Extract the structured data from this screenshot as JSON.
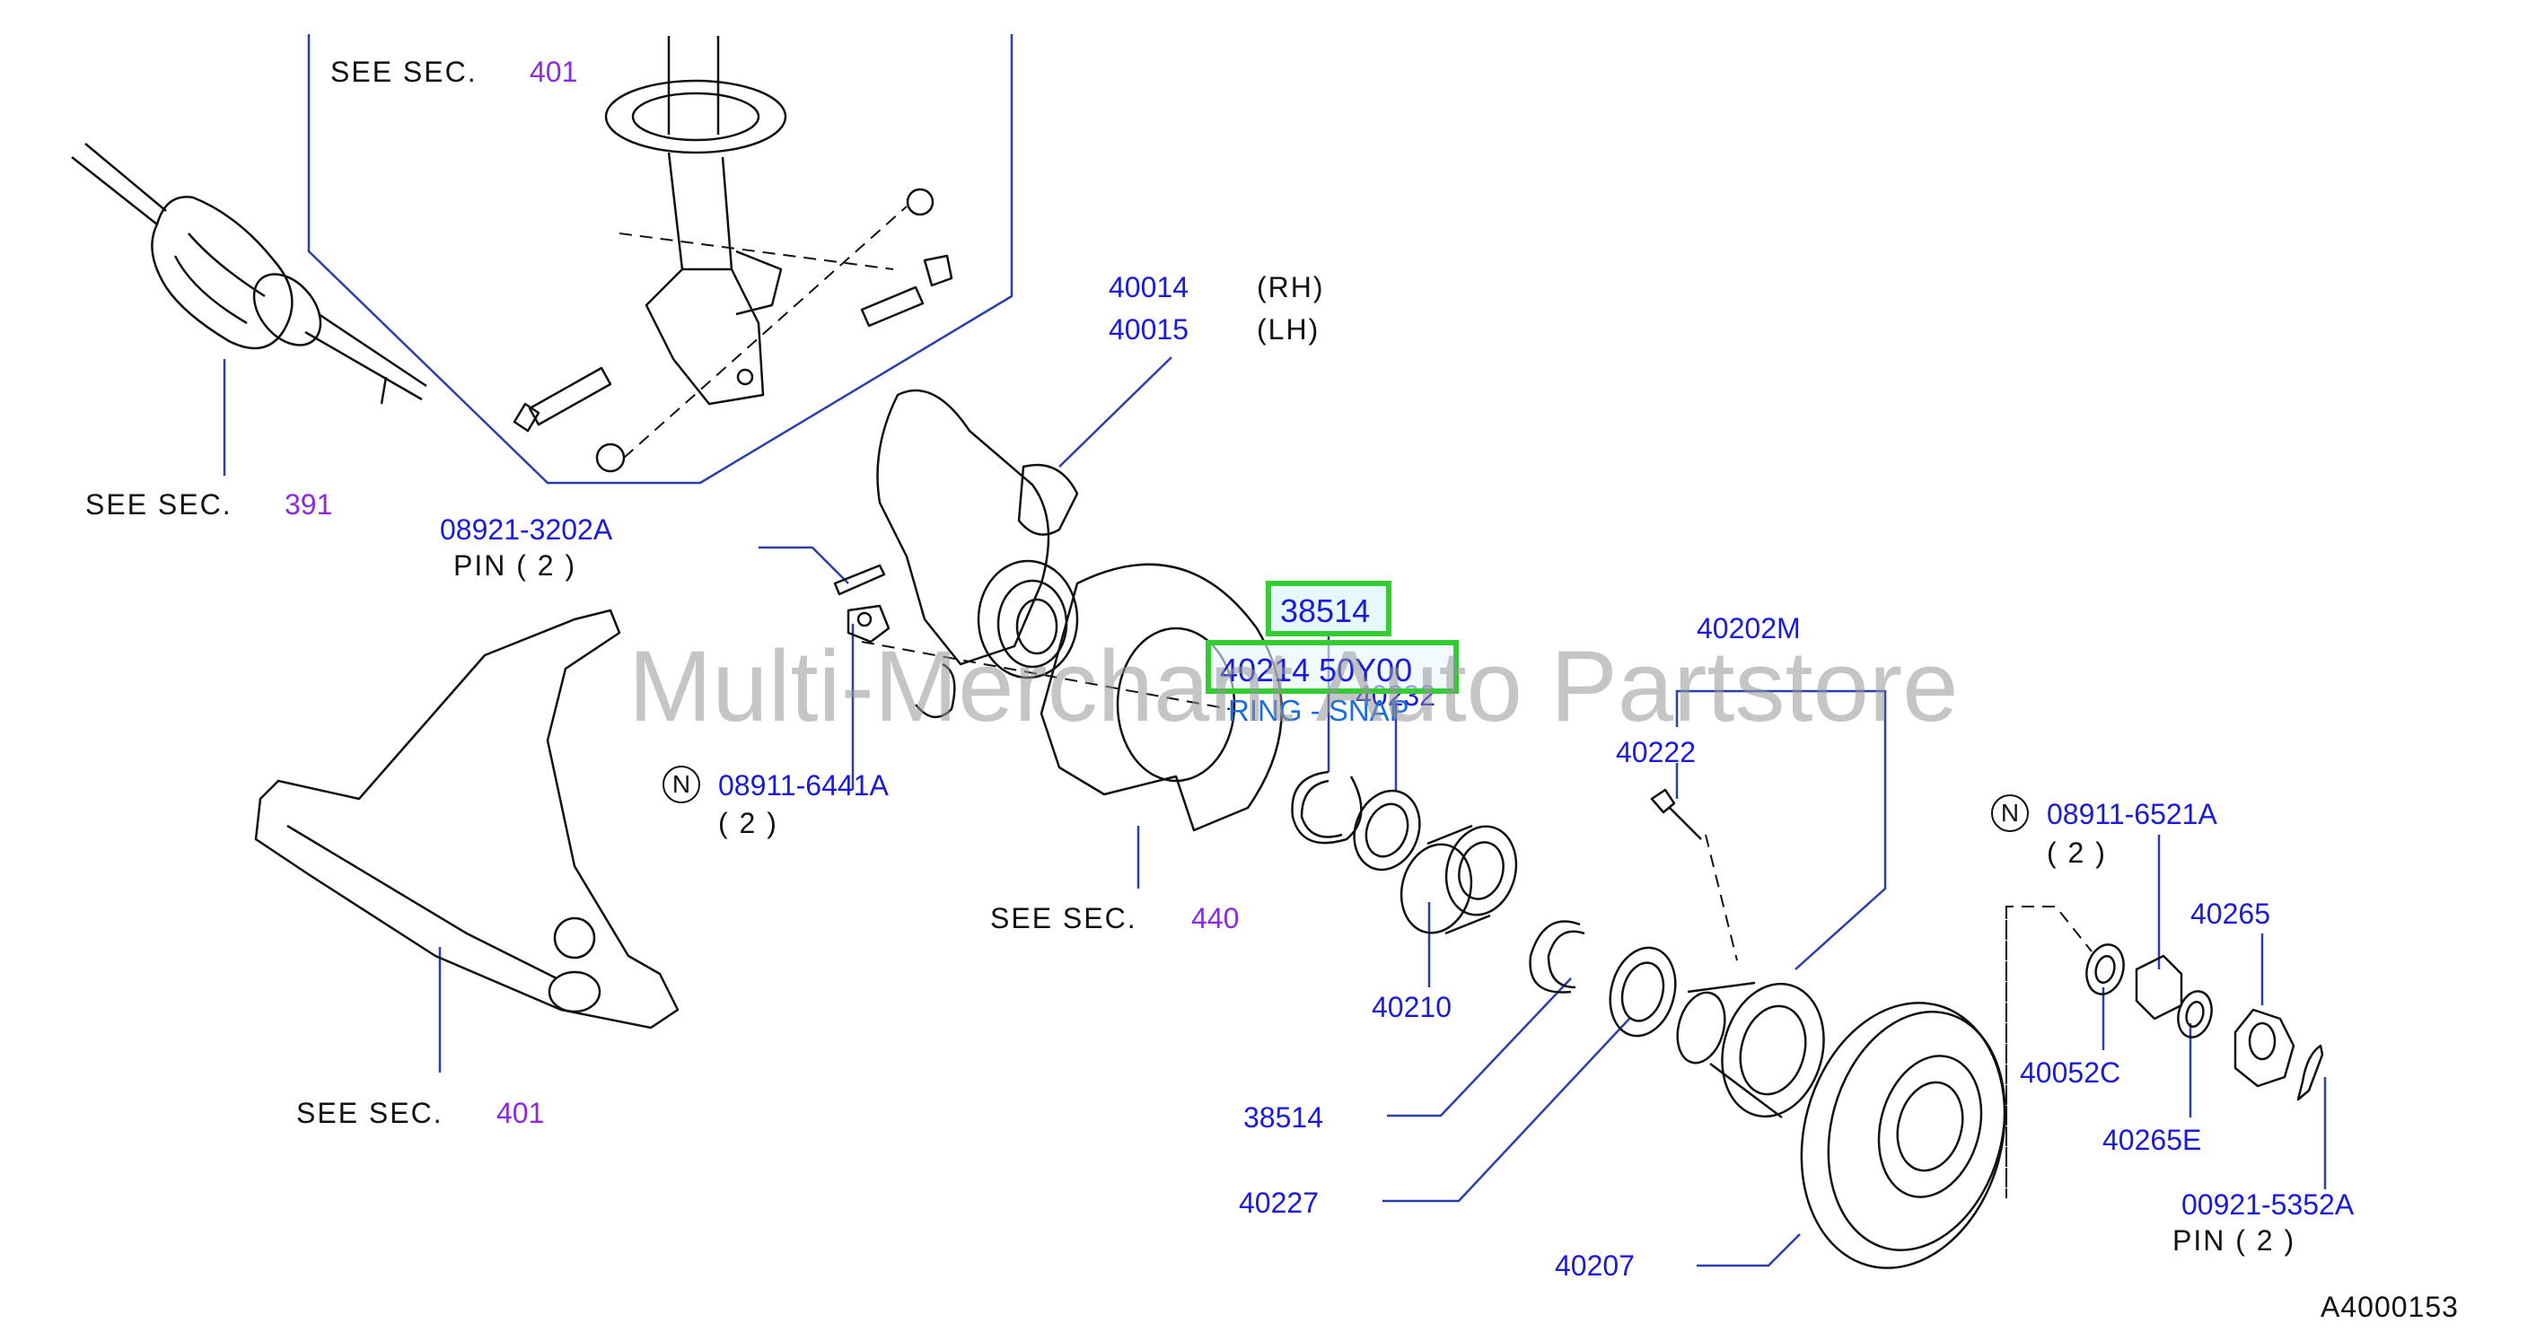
{
  "labels": {
    "see_sec_top": "SEE   SEC.",
    "see_sec_top_num": "401",
    "see_sec_left": "SEE   SEC.",
    "see_sec_left_num": "391",
    "see_sec_mid": "SEE   SEC.",
    "see_sec_mid_num": "440",
    "see_sec_bottom": "SEE   SEC.",
    "see_sec_bottom_num": "401",
    "knuckle_rh": "40014",
    "knuckle_rh_side": "(RH)",
    "knuckle_lh": "40015",
    "knuckle_lh_side": "(LH)",
    "pin_part": "08921-3202A",
    "pin_desc": "PIN  (  2  )",
    "nut_part": "08911-6441A",
    "nut_qty": "(  2   )",
    "nut_badge": "N",
    "hub_nut_part": "08911-6521A",
    "hub_nut_qty": "(  2   )",
    "hub_nut_badge": "N",
    "hub_assy": "40202M",
    "bolt": "40222",
    "snap_ring": "40232",
    "bearing": "40210",
    "washer_front": "40052C",
    "lock_cap": "40265",
    "lock_washer": "40265E",
    "cotter_part": "00921-5352A",
    "cotter_desc": "PIN     (  2   )",
    "ring_lower": "38514",
    "seal_lower": "40227",
    "rotor": "40207",
    "diagram_id": "A4000153"
  },
  "highlights": {
    "top_part": "38514",
    "second_part": "40214 50Y00",
    "second_desc": "RING - SNAP"
  },
  "watermark": "Multi-Merchant Auto Partstore",
  "colors": {
    "part_number": "#1a1adc",
    "section_number": "#8a2be2",
    "highlight_border": "#33cc33",
    "line": "#2a3fae",
    "drawing": "#111111"
  }
}
